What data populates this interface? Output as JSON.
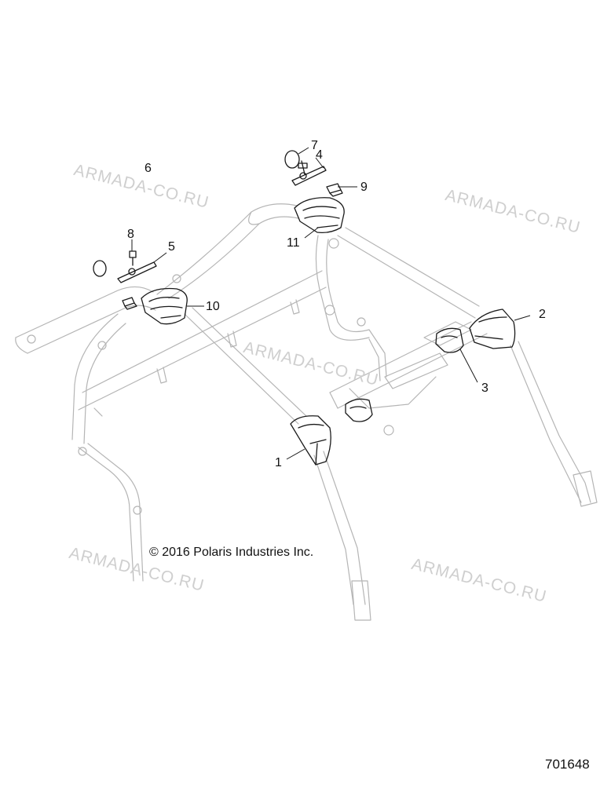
{
  "callouts": {
    "c1": "1",
    "c2": "2",
    "c3": "3",
    "c4": "4",
    "c5": "5",
    "c6": "6",
    "c7": "7",
    "c8": "8",
    "c9": "9",
    "c10": "10",
    "c11": "11"
  },
  "watermarks": {
    "w1": "ARMADA-CO.RU",
    "w2": "ARMADA-CO.RU",
    "w3": "ARMADA-CO.RU",
    "w4": "ARMADA-CO.RU",
    "w5": "ARMADA-CO.RU"
  },
  "copyright": "© 2016 Polaris Industries Inc.",
  "drawing_number": "701648",
  "colors": {
    "frame_line": "#b5b5b5",
    "part_line": "#1a1a1a",
    "watermark": "#cfcfcf"
  }
}
